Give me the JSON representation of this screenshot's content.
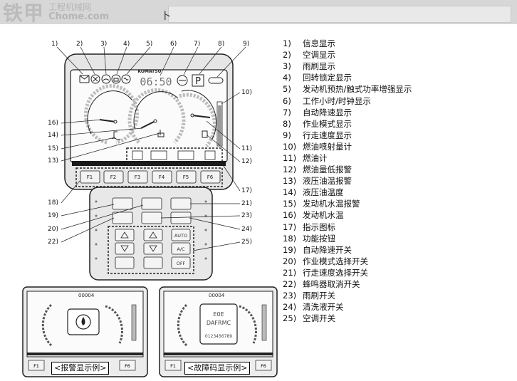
{
  "watermark": {
    "main": "铁甲",
    "cn": "工程机械网",
    "url": "Chome.com"
  },
  "header_glyph": "卜",
  "monitor": {
    "brand": "KOMATSU",
    "clock": "06:50",
    "fn_buttons": [
      "F1",
      "F2",
      "F3",
      "F4",
      "F5",
      "F6"
    ],
    "mode_letter": "P",
    "ac_buttons": [
      "AUTO",
      "A/C",
      "OFF"
    ],
    "callouts": [
      "1)",
      "2)",
      "3)",
      "4)",
      "5)",
      "6)",
      "7)",
      "8)",
      "9)",
      "10)",
      "11)",
      "12)",
      "13)",
      "14)",
      "15)",
      "16)",
      "17)",
      "18)",
      "19)",
      "20)",
      "21)",
      "22)",
      "23)",
      "24)",
      "25)"
    ]
  },
  "examples": {
    "warning_label": "<报警显示例>",
    "error_label": "<故障码显示例>",
    "error_code_lines": [
      "E0E",
      "DAFRMC",
      "0123456789"
    ],
    "hour_counter": "00004",
    "f_left": "F1",
    "f_right": "F6"
  },
  "legend": [
    {
      "num": "1)",
      "label": "信息显示"
    },
    {
      "num": "2)",
      "label": "空调显示"
    },
    {
      "num": "3)",
      "label": "雨刷显示"
    },
    {
      "num": "4)",
      "label": "回转锁定显示"
    },
    {
      "num": "5)",
      "label": "发动机预热/触式功率增强显示"
    },
    {
      "num": "6)",
      "label": "工作小时/时钟显示"
    },
    {
      "num": "7)",
      "label": "自动降速显示"
    },
    {
      "num": "8)",
      "label": "作业模式显示"
    },
    {
      "num": "9)",
      "label": "行走速度显示"
    },
    {
      "num": "10)",
      "label": "燃油喷射量计"
    },
    {
      "num": "11)",
      "label": "燃油计"
    },
    {
      "num": "12)",
      "label": "燃油量低报警"
    },
    {
      "num": "13)",
      "label": "液压油温报警"
    },
    {
      "num": "14)",
      "label": "液压油温度"
    },
    {
      "num": "15)",
      "label": "发动机水温报警"
    },
    {
      "num": "16)",
      "label": "发动机水温"
    },
    {
      "num": "17)",
      "label": "指示图标"
    },
    {
      "num": "18)",
      "label": "功能按钮"
    },
    {
      "num": "19)",
      "label": "自动降速开关"
    },
    {
      "num": "20)",
      "label": "作业模式选择开关"
    },
    {
      "num": "21)",
      "label": "行走速度选择开关"
    },
    {
      "num": "22)",
      "label": "蜂鸣器取消开关"
    },
    {
      "num": "23)",
      "label": "雨刷开关"
    },
    {
      "num": "24)",
      "label": "清洗液开关"
    },
    {
      "num": "25)",
      "label": "空调开关"
    }
  ]
}
